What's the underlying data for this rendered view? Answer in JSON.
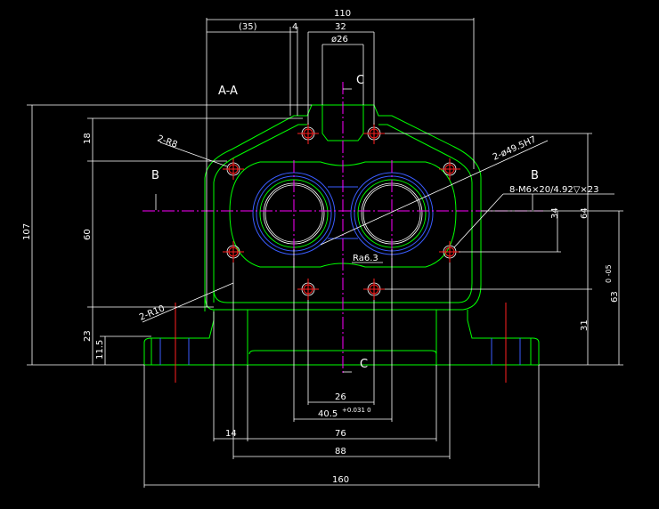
{
  "section_label": "A-A",
  "view_marks": {
    "b_left": "B",
    "b_right": "B",
    "c_top": "C",
    "c_bottom": "C"
  },
  "top_dims": {
    "overall": "110",
    "left_gap": "(35)",
    "small": "4",
    "bore_span": "32",
    "bore_dia": "ø26"
  },
  "left_dims": {
    "total_height": "107",
    "upper": "18",
    "middle": "60",
    "base": "23",
    "foot": "11.5"
  },
  "right_dims": {
    "d34": "34",
    "d64": "64",
    "d63": "63",
    "d63_tol": "0\n-05",
    "d31": "31"
  },
  "bottom_dims": {
    "d26": "26",
    "d40": "40.5",
    "d40_tol": "+0.031\n0",
    "d14": "14",
    "d76": "76",
    "d88": "88",
    "d160": "160"
  },
  "callouts": {
    "r8": "2-R8",
    "r10": "2-R10",
    "bore": "2-ø49.5H7",
    "thread": "8-M6×20/4.92▽×23",
    "rough": "Ra6.3"
  },
  "colors": {
    "outline": "#00ff00",
    "dimension": "#ffffff",
    "hidden": "#3a5cff",
    "center": "#ff00ff",
    "hole": "#ff2020"
  }
}
